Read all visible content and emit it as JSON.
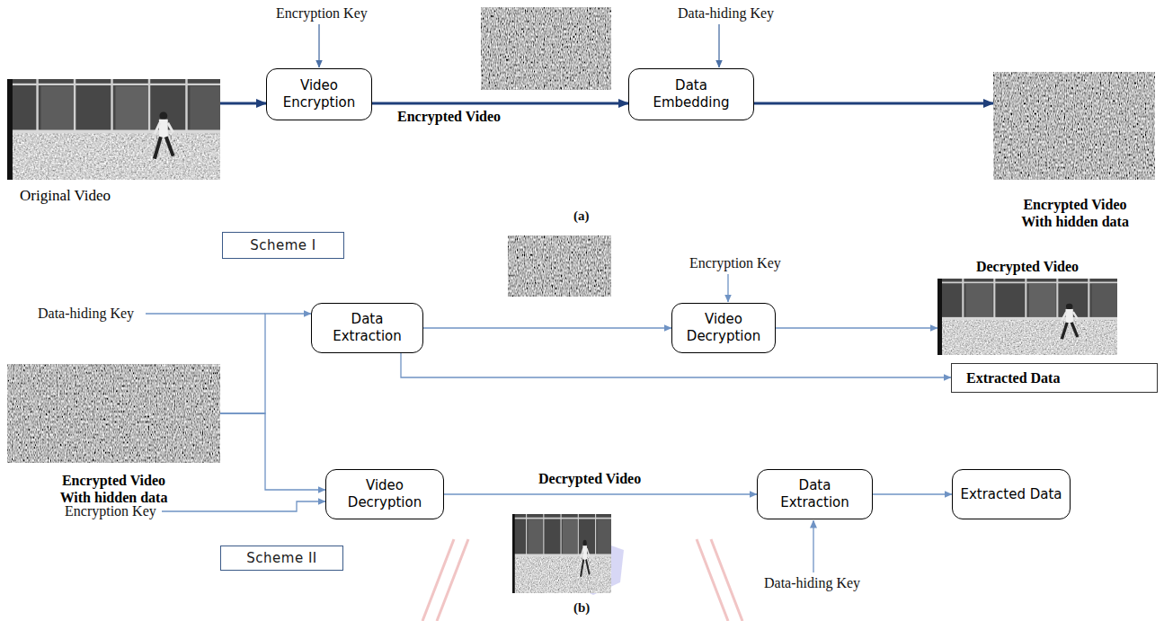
{
  "diagram": {
    "nodes": [
      {
        "text": [
          "Original Video"
        ]
      },
      {
        "text": [
          "Video Encryption"
        ]
      },
      {
        "text": [
          "Data Embedding"
        ]
      },
      {
        "text": [
          "Encrypted Video With hidden data"
        ]
      },
      {
        "text": [
          "Scheme I"
        ]
      },
      {
        "text": [
          "Data Extraction"
        ]
      },
      {
        "text": [
          "Video Decryption"
        ]
      },
      {
        "text": [
          "Decrypted Video"
        ]
      },
      {
        "text": [
          "Extracted Data"
        ]
      },
      {
        "text": [
          "Encrypted Video With hidden data"
        ]
      },
      {
        "text": [
          "Video Decryption"
        ]
      },
      {
        "text": [
          "Data Extraction"
        ]
      },
      {
        "text": [
          "Extracted Data"
        ]
      },
      {
        "text": [
          "Scheme II"
        ]
      }
    ],
    "edges": [
      {
        "from": 0,
        "to": 1,
        "arrow": "to"
      },
      {
        "from": 1,
        "to": 2,
        "arrow": "to",
        "label": "Encrypted Video"
      },
      {
        "from": 2,
        "to": 3,
        "arrow": "to"
      },
      {
        "from": 9,
        "to": 5,
        "arrow": "to"
      },
      {
        "from": 5,
        "to": 6,
        "arrow": "to"
      },
      {
        "from": 6,
        "to": 7,
        "arrow": "to"
      },
      {
        "from": 5,
        "to": 8,
        "arrow": "to"
      },
      {
        "from": 9,
        "to": 10,
        "arrow": "to"
      },
      {
        "from": 10,
        "to": 11,
        "arrow": "to",
        "label": "Decrypted Video"
      },
      {
        "from": 11,
        "to": 12,
        "arrow": "to"
      }
    ],
    "labels": [
      "Encryption Key",
      "Data-hiding Key",
      "(a)",
      "Encryption Key",
      "Data-hiding Key",
      "Encryption Key",
      "Data-hiding Key",
      "(b)"
    ]
  }
}
